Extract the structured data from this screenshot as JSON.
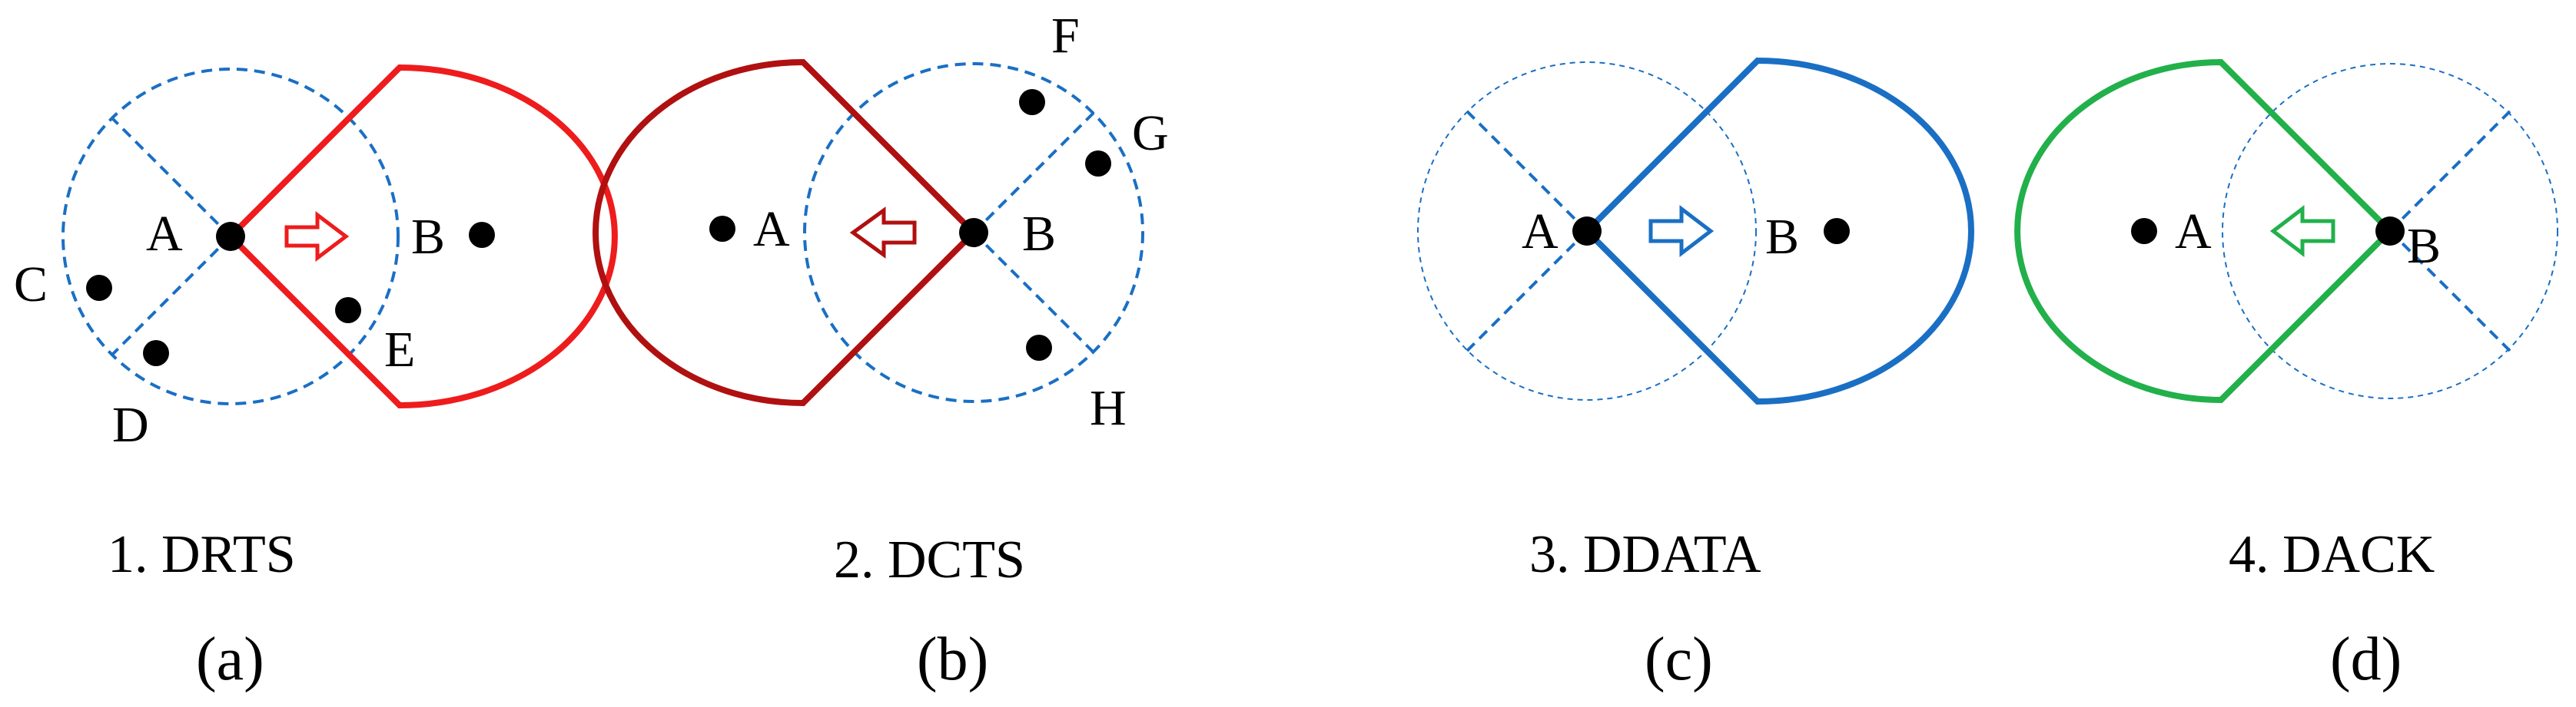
{
  "panels": [
    {
      "step": "1. DRTS",
      "letter": "(a)",
      "color": "#ee1c1c",
      "nodes": {
        "A": "A",
        "B": "B",
        "C": "C",
        "D": "D",
        "E": "E"
      },
      "arrow": "right-arrow"
    },
    {
      "step": "2. DCTS",
      "letter": "(b)",
      "color": "#b01010",
      "nodes": {
        "A": "A",
        "B": "B",
        "F": "F",
        "G": "G",
        "H": "H"
      },
      "arrow": "left-arrow"
    },
    {
      "step": "3. DDATA",
      "letter": "(c)",
      "color": "#1a6fc4",
      "nodes": {
        "A": "A",
        "B": "B"
      },
      "arrow": "right-arrow"
    },
    {
      "step": "4. DACK",
      "letter": "(d)",
      "color": "#22b04b",
      "nodes": {
        "A": "A",
        "B": "B"
      },
      "arrow": "left-arrow"
    }
  ],
  "colors": {
    "range_circle": "#1a6fc4",
    "node_dot": "#000000"
  }
}
